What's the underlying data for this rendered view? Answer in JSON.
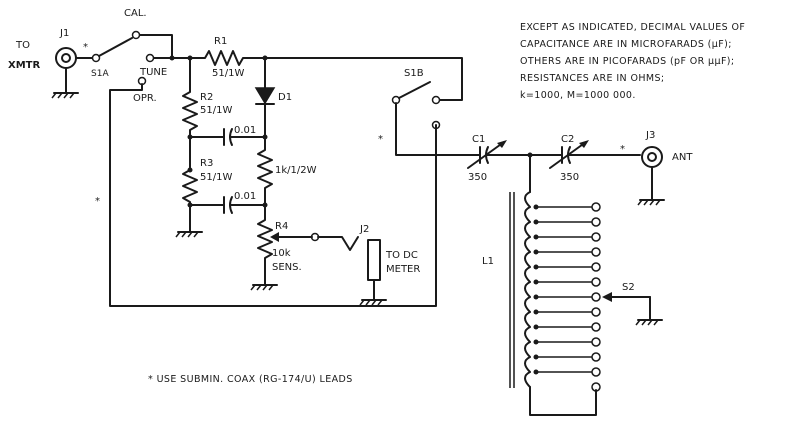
{
  "labels": {
    "j1": "J1",
    "to": "TO",
    "xmtr": "XMTR",
    "asterisk": "*",
    "s1a": "S1A",
    "cal": "CAL.",
    "tune": "TUNE",
    "opr": "OPR.",
    "r1": "R1",
    "r1_val": "51/1W",
    "d1": "D1",
    "r2": "R2",
    "r2_val": "51/1W",
    "cap1_val": "0.01",
    "r3": "R3",
    "r3_val": "51/1W",
    "cap2_val": "0.01",
    "r_1k": "1k/1/2W",
    "r4": "R4",
    "r4_val": "10k",
    "sens": "SENS.",
    "j2": "J2",
    "to_dc": "TO DC",
    "meter": "METER",
    "s1b": "S1B",
    "c1": "C1",
    "c1_val": "350",
    "c2": "C2",
    "c2_val": "350",
    "j3": "J3",
    "ant": "ANT",
    "l1": "L1",
    "s2": "S2"
  },
  "notes": [
    "EXCEPT AS INDICATED, DECIMAL VALUES OF",
    "CAPACITANCE ARE IN MICROFARADS (µF);",
    "OTHERS ARE IN PICOFARADS (pF OR µµF);",
    "RESISTANCES ARE IN OHMS;",
    "k=1000, M=1000 000."
  ],
  "footnote": "* USE SUBMIN. COAX (RG-174/U) LEADS"
}
